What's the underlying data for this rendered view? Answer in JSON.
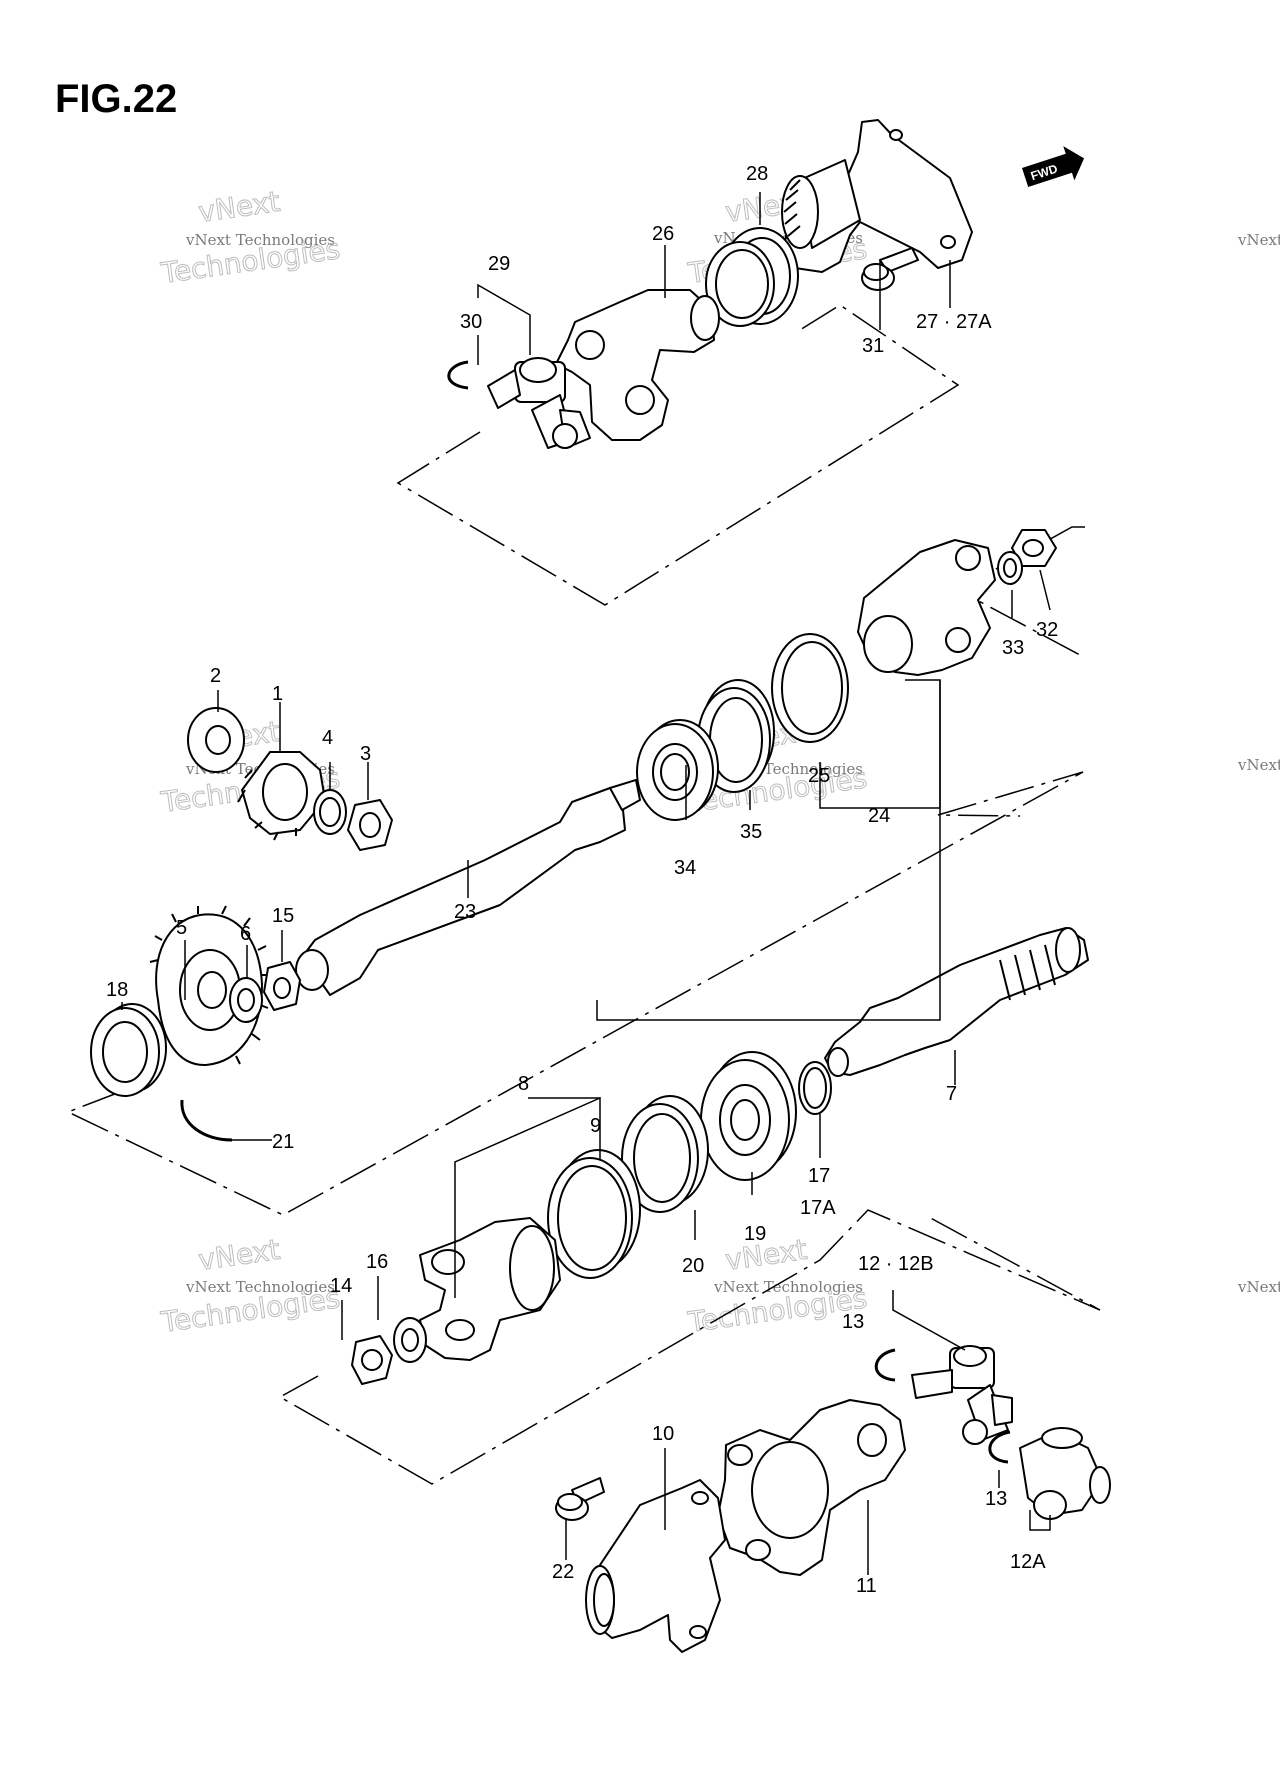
{
  "figure": {
    "title": "FIG.22"
  },
  "direction_badge": {
    "text": "FWD",
    "icon": "arrow-right-icon"
  },
  "watermark": {
    "line1": "vNext Technologies",
    "line2": "Technologies",
    "line3": "vNext"
  },
  "callouts": [
    {
      "id": "c1",
      "text": "1"
    },
    {
      "id": "c2",
      "text": "2"
    },
    {
      "id": "c3",
      "text": "3"
    },
    {
      "id": "c4",
      "text": "4"
    },
    {
      "id": "c5",
      "text": "5"
    },
    {
      "id": "c6",
      "text": "6"
    },
    {
      "id": "c7",
      "text": "7"
    },
    {
      "id": "c8",
      "text": "8"
    },
    {
      "id": "c9",
      "text": "9"
    },
    {
      "id": "c10",
      "text": "10"
    },
    {
      "id": "c11",
      "text": "11"
    },
    {
      "id": "c12",
      "text": "12 · 12B"
    },
    {
      "id": "c12a",
      "text": "12A"
    },
    {
      "id": "c13a",
      "text": "13"
    },
    {
      "id": "c13b",
      "text": "13"
    },
    {
      "id": "c14",
      "text": "14"
    },
    {
      "id": "c15",
      "text": "15"
    },
    {
      "id": "c16",
      "text": "16"
    },
    {
      "id": "c17",
      "text": "17"
    },
    {
      "id": "c17a",
      "text": "17A"
    },
    {
      "id": "c18",
      "text": "18"
    },
    {
      "id": "c19",
      "text": "19"
    },
    {
      "id": "c20",
      "text": "20"
    },
    {
      "id": "c21",
      "text": "21"
    },
    {
      "id": "c22",
      "text": "22"
    },
    {
      "id": "c23",
      "text": "23"
    },
    {
      "id": "c24",
      "text": "24"
    },
    {
      "id": "c25",
      "text": "25"
    },
    {
      "id": "c26",
      "text": "26"
    },
    {
      "id": "c27",
      "text": "27 · 27A"
    },
    {
      "id": "c28",
      "text": "28"
    },
    {
      "id": "c29",
      "text": "29"
    },
    {
      "id": "c30",
      "text": "30"
    },
    {
      "id": "c31",
      "text": "31"
    },
    {
      "id": "c32",
      "text": "32"
    },
    {
      "id": "c33",
      "text": "33"
    },
    {
      "id": "c34",
      "text": "34"
    },
    {
      "id": "c35",
      "text": "35"
    }
  ]
}
